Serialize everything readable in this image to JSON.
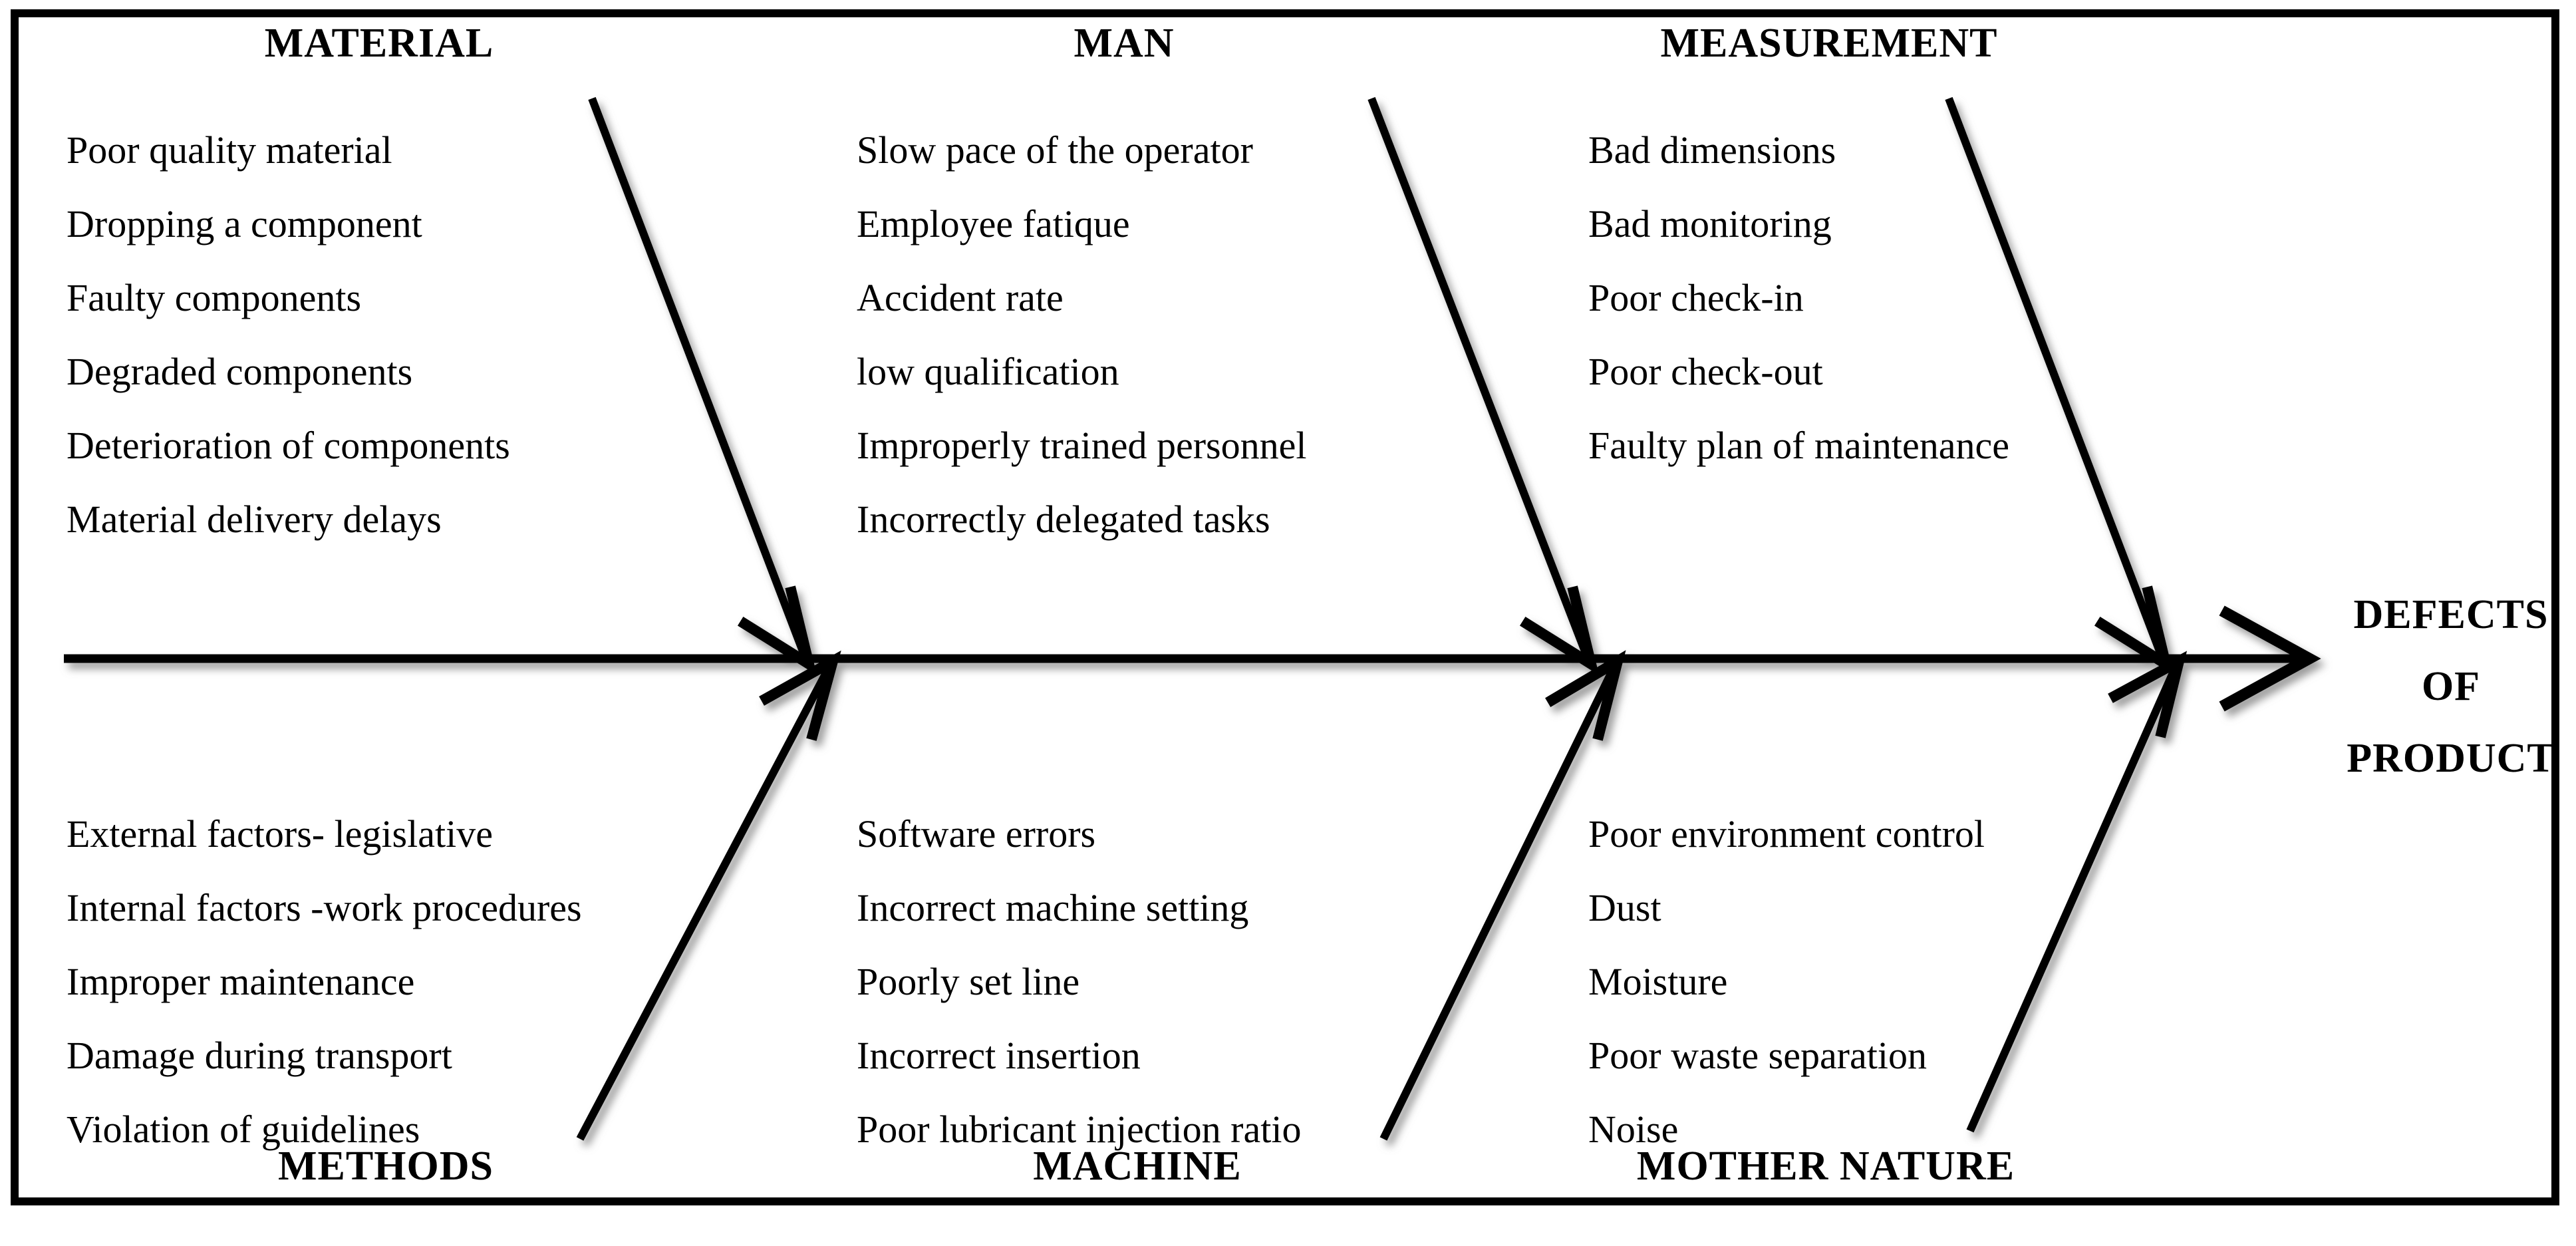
{
  "diagram": {
    "type": "fishbone-ishikawa",
    "effect": {
      "lines": [
        "DEFECTS",
        "OF",
        "PRODUCT"
      ],
      "full_text": "DEFECTS OF PRODUCT"
    },
    "categories": [
      {
        "id": "material",
        "label": "MATERIAL",
        "position": "top",
        "causes": [
          "Poor quality material",
          "Dropping a component",
          "Faulty components",
          "Degraded components",
          "Deterioration of components",
          "Material delivery delays"
        ]
      },
      {
        "id": "man",
        "label": "MAN",
        "position": "top",
        "causes": [
          "Slow pace of the operator",
          "Employee fatique",
          "Accident rate",
          "low qualification",
          "Improperly trained personnel",
          "Incorrectly delegated tasks"
        ]
      },
      {
        "id": "measurement",
        "label": "MEASUREMENT",
        "position": "top",
        "causes": [
          "Bad dimensions",
          "Bad monitoring",
          "Poor check-in",
          "Poor check-out",
          "Faulty plan of maintenance"
        ]
      },
      {
        "id": "methods",
        "label": "METHODS",
        "position": "bottom",
        "causes": [
          "External factors- legislative",
          "Internal factors -work procedures",
          "Improper maintenance",
          "Damage during transport",
          "Violation of guidelines"
        ]
      },
      {
        "id": "machine",
        "label": "MACHINE",
        "position": "bottom",
        "causes": [
          "Software errors",
          "Incorrect machine setting",
          "Poorly set line",
          "Incorrect insertion",
          "Poor lubricant injection ratio"
        ]
      },
      {
        "id": "mother-nature",
        "label": "MOTHER NATURE",
        "position": "bottom",
        "causes": [
          "Poor environment control",
          "Dust",
          "Moisture",
          "Poor waste separation",
          "Noise"
        ]
      }
    ],
    "colors": {
      "line": "#000000",
      "text": "#000000",
      "background": "#ffffff",
      "frame": "#000000"
    }
  }
}
